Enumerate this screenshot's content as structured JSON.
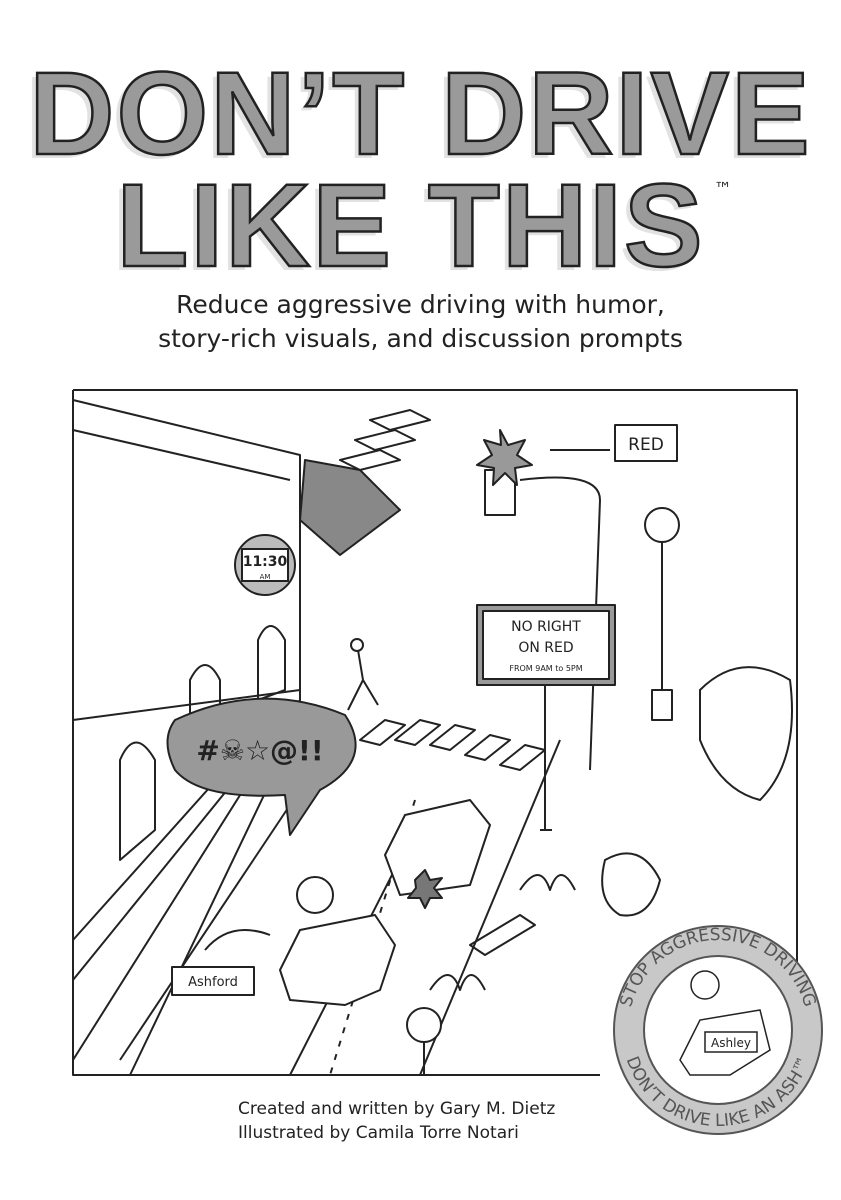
{
  "cover": {
    "title_line1": "DON’T DRIVE",
    "title_line2": "LIKE THIS",
    "trademark": "™",
    "subtitle_line1": "Reduce aggressive driving with humor,",
    "subtitle_line2": "story-rich visuals, and discussion prompts"
  },
  "illustration": {
    "red_label": "RED",
    "clock_time": "11:30",
    "clock_ampm": "AM",
    "sign_line1": "NO RIGHT",
    "sign_line2": "ON RED",
    "sign_line3": "FROM 9AM to 5PM",
    "speech_bubble": "#☠☆@!!",
    "driver_label": "Ashford"
  },
  "seal": {
    "top_text": "STOP AGGRESSIVE DRIVING",
    "bottom_text": "DON’T DRIVE LIKE AN ASH™",
    "name_tag": "Ashley"
  },
  "credits": {
    "author": "Created and written by Gary M. Dietz",
    "illustrator": "Illustrated by Camila Torre Notari"
  },
  "colors": {
    "title_fill": "#9a9a9a",
    "ink": "#222222",
    "seal_ring": "#c8c8c8"
  }
}
